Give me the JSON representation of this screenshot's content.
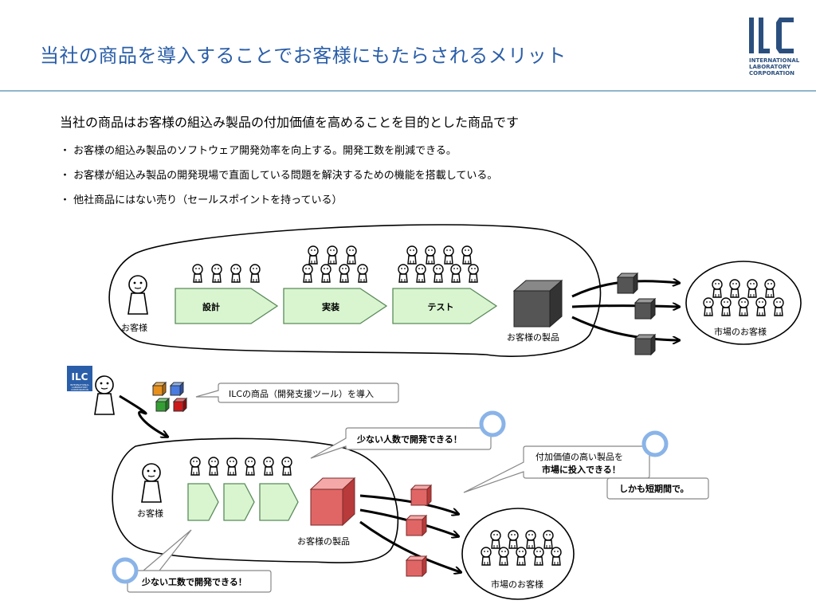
{
  "header": {
    "title": "当社の商品を導入することでお客様にもたらされるメリット",
    "logo_text": "ILC",
    "logo_sub": [
      "INTERNATIONAL",
      "LABORATORY",
      "CORPORATION"
    ]
  },
  "intro": "当社の商品はお客様の組込み製品の付加価値を高めることを目的とした商品です",
  "bullets": [
    "・ お客様の組込み製品のソフトウェア開発効率を向上する。開発工数を削減できる。",
    "・ お客様が組込み製品の開発現場で直面している問題を解決するための機能を搭載している。",
    "・ 他社商品にはない売り（セールスポイントを持っている）"
  ],
  "diagram": {
    "top": {
      "customer_label": "お客様",
      "steps": [
        "設計",
        "実装",
        "テスト"
      ],
      "product_label": "お客様の製品",
      "market_label": "市場のお客様"
    },
    "bottom": {
      "ilc_logo": "ILC",
      "ilc_logo_sub": [
        "INTERNATIONAL",
        "LABORATORY",
        "CORPORATION"
      ],
      "intro_callout": "ILCの商品（開発支援ツール）を導入",
      "fewer_people_callout": "少ない人数で開発できる！",
      "customer_label": "お客様",
      "product_label": "お客様の製品",
      "market_label": "市場のお客様",
      "value_callout_line1": "付加価値の高い製品を",
      "value_callout_line2": "市場に投入できる！",
      "short_time_callout": "しかも短期間で。",
      "fewer_effort_callout": "少ない工数で開発できる！"
    },
    "colors": {
      "step_fill": "#d9f5d0",
      "step_stroke": "#5a8a5a",
      "dark_box": "#555555",
      "red_box": "#e06666",
      "callout_ring": "#8ab4e8",
      "title": "#2a5ea8"
    }
  }
}
